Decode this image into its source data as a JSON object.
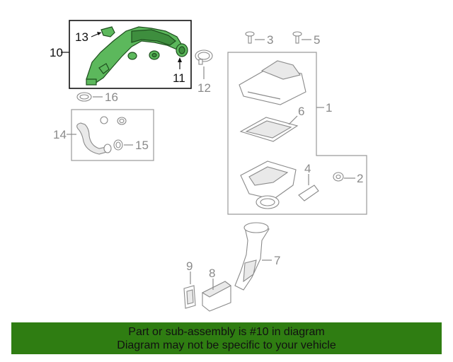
{
  "callouts": {
    "c1": "1",
    "c2": "2",
    "c3": "3",
    "c4": "4",
    "c5": "5",
    "c6": "6",
    "c7": "7",
    "c8": "8",
    "c9": "9",
    "c10": "10",
    "c11": "11",
    "c12": "12",
    "c13": "13",
    "c14": "14",
    "c15": "15",
    "c16": "16"
  },
  "highlighted_part": "10",
  "colors": {
    "banner": "#2f7d12",
    "highlight": "#5cb85c",
    "callout": "#8a8a8a"
  },
  "banner": {
    "line1": "Part or sub-assembly is #10 in diagram",
    "line2": "Diagram may not be specific to your vehicle"
  }
}
